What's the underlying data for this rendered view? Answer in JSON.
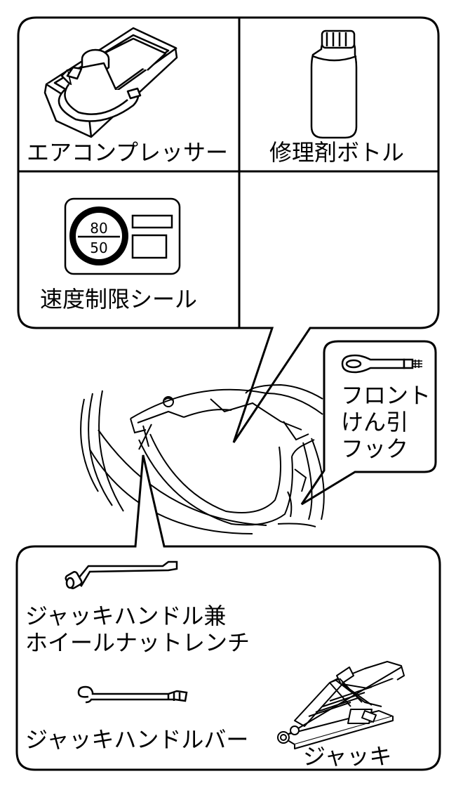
{
  "top_panel": {
    "cells": [
      {
        "label": "エアコンプレッサー",
        "icon": "air-compressor"
      },
      {
        "label": "修理剤ボトル",
        "icon": "repair-agent-bottle"
      },
      {
        "label": "速度制限シール",
        "icon": "speed-limit-sticker",
        "sticker_top": "80",
        "sticker_bottom": "50"
      },
      {
        "label": "",
        "icon": ""
      }
    ]
  },
  "tow_hook": {
    "label_lines": [
      "フロント",
      "けん引",
      "フック"
    ],
    "icon": "tow-hook"
  },
  "bottom_panel": {
    "wrench": {
      "label_lines": [
        "ジャッキハンドル兼",
        "ホイールナットレンチ"
      ],
      "icon": "wheel-nut-wrench"
    },
    "bar": {
      "label": "ジャッキハンドルバー",
      "icon": "jack-handle-bar"
    },
    "jack": {
      "label": "ジャッキ",
      "icon": "jack"
    }
  },
  "colors": {
    "line": "#000000",
    "background": "#ffffff"
  }
}
